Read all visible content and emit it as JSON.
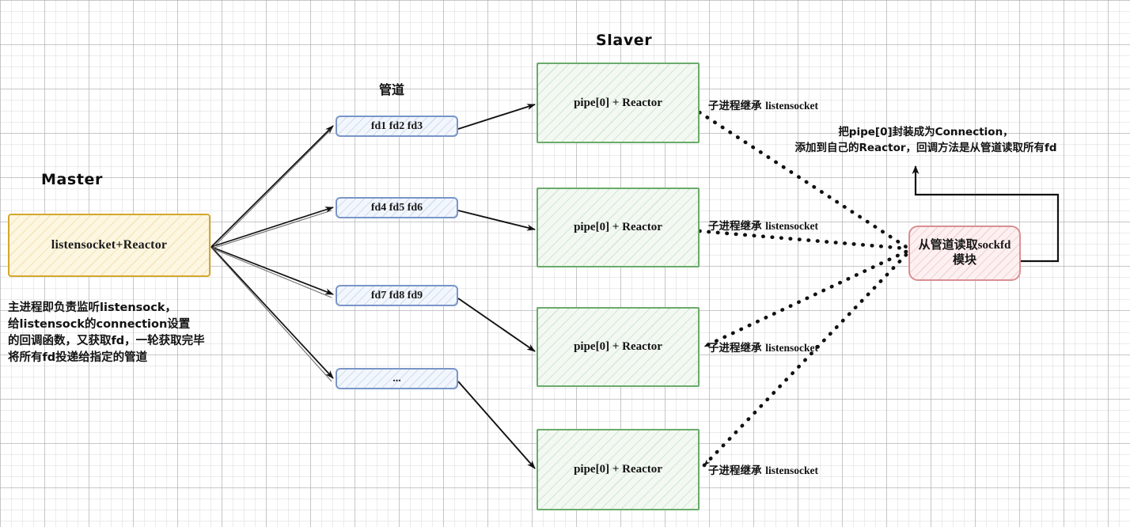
{
  "diagram": {
    "title_master": "Master",
    "title_pipe": "管道",
    "title_slaver": "Slaver",
    "colors": {
      "master": "#d4a72c",
      "pipe": "#7996c8",
      "slaver": "#6aab6a",
      "module": "#d98f92",
      "arrow": "#111111",
      "grid": "#aaaaaf"
    },
    "master": {
      "box_label": "listensocket+Reactor",
      "note": "主进程即负责监听listensock，\n给listensock的connection设置\n的回调函数，又获取fd，一轮获取完毕\n将所有fd投递给指定的管道"
    },
    "pipes": [
      {
        "label": "fd1 fd2 fd3"
      },
      {
        "label": "fd4 fd5 fd6"
      },
      {
        "label": "fd7 fd8 fd9"
      },
      {
        "label": "..."
      }
    ],
    "slavers": [
      {
        "label": "pipe[0] + Reactor",
        "inherit_cjk": "子进程继承",
        "inherit_en": "listensocket"
      },
      {
        "label": "pipe[0] + Reactor",
        "inherit_cjk": "子进程继承",
        "inherit_en": "listensocket"
      },
      {
        "label": "pipe[0] + Reactor",
        "inherit_cjk": "子进程继承",
        "inherit_en": "listensocket"
      },
      {
        "label": "pipe[0] + Reactor",
        "inherit_cjk": "子进程继承",
        "inherit_en": "listensocket"
      }
    ],
    "module": {
      "label": "从管道读取sockfd模块"
    },
    "annotation": {
      "text": "把pipe[0]封装成为Connection，\n添加到自己的Reactor，回调方法是从管道读取所有fd"
    }
  }
}
